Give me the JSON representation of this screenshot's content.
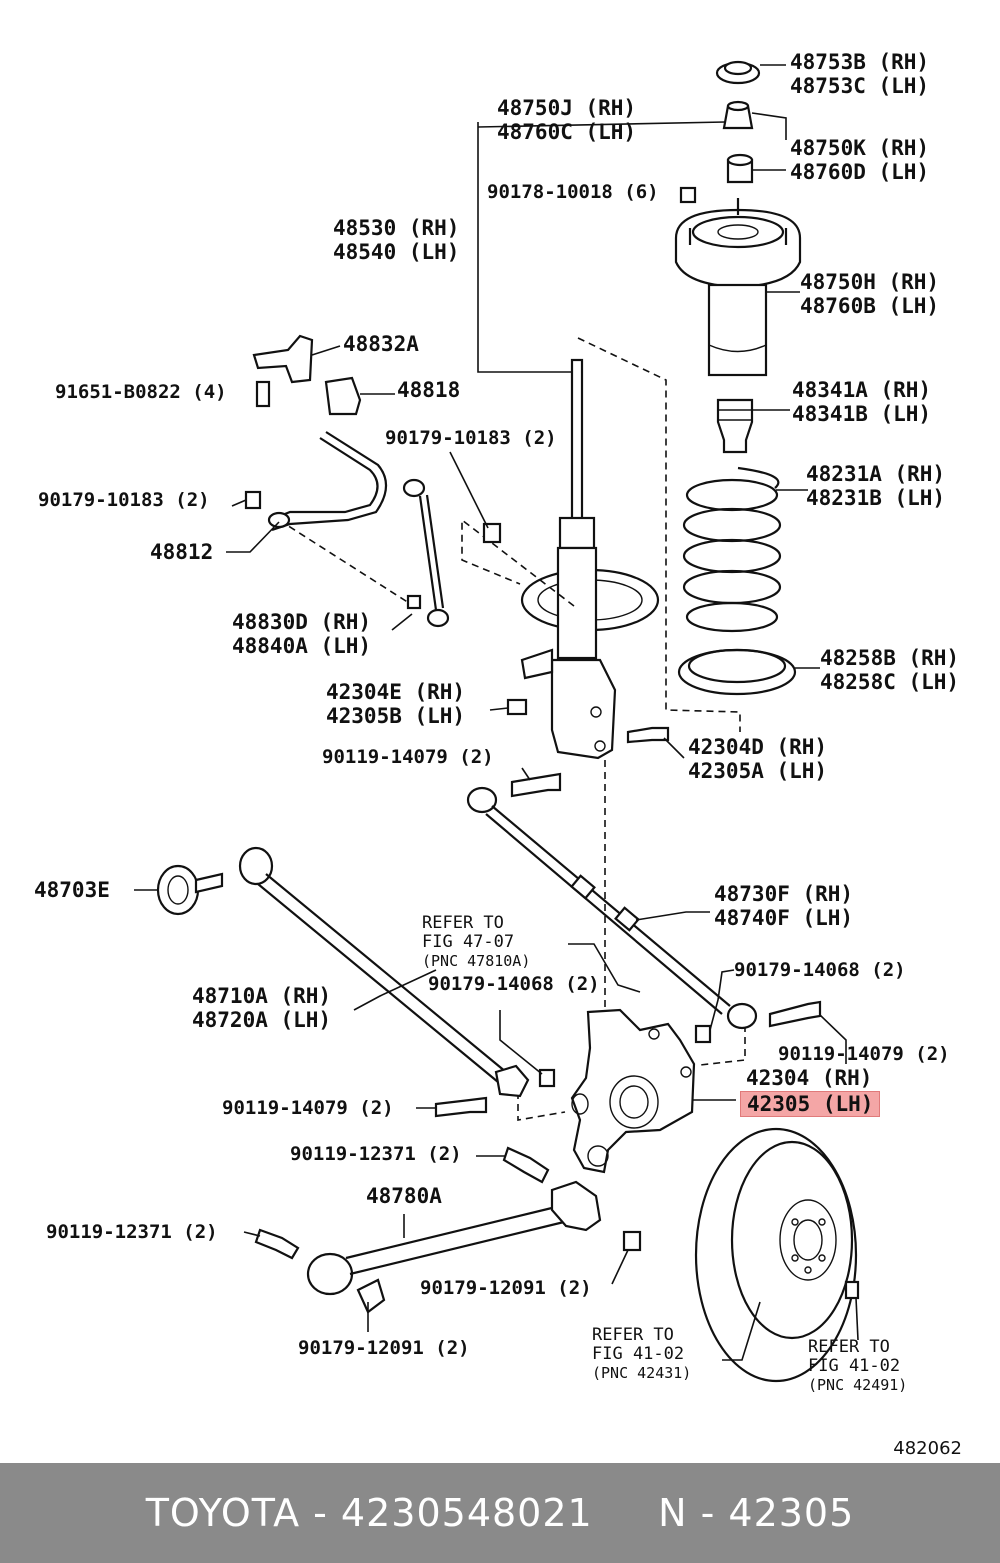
{
  "labels": {
    "l_48753": [
      "48753B (RH)",
      "48753C (LH)"
    ],
    "l_48750j": [
      "48750J (RH)",
      "48760C (LH)"
    ],
    "l_48750k": [
      "48750K (RH)",
      "48760D (LH)"
    ],
    "l_90178": [
      "90178-10018 (6)"
    ],
    "l_48530": [
      "48530 (RH)",
      "48540 (LH)"
    ],
    "l_48750h": [
      "48750H (RH)",
      "48760B (LH)"
    ],
    "l_48832a": [
      "48832A"
    ],
    "l_91651": [
      "91651-B0822 (4)"
    ],
    "l_48818": [
      "48818"
    ],
    "l_48341": [
      "48341A (RH)",
      "48341B (LH)"
    ],
    "l_90179_10183_a": [
      "90179-10183 (2)"
    ],
    "l_90179_10183_b": [
      "90179-10183 (2)"
    ],
    "l_48231": [
      "48231A (RH)",
      "48231B (LH)"
    ],
    "l_48812": [
      "48812"
    ],
    "l_48830d": [
      "48830D (RH)",
      "48840A (LH)"
    ],
    "l_48258": [
      "48258B (RH)",
      "48258C (LH)"
    ],
    "l_42304e": [
      "42304E (RH)",
      "42305B (LH)"
    ],
    "l_42304d": [
      "42304D (RH)",
      "42305A (LH)"
    ],
    "l_90119_14079_a": [
      "90119-14079 (2)"
    ],
    "l_48703e": [
      "48703E"
    ],
    "l_48730f": [
      "48730F (RH)",
      "48740F (LH)"
    ],
    "l_90179_14068_a": [
      "90179-14068 (2)"
    ],
    "l_90179_14068_b": [
      "90179-14068 (2)"
    ],
    "l_48710a": [
      "48710A (RH)",
      "48720A (LH)"
    ],
    "l_90119_14079_b": [
      "90119-14079 (2)"
    ],
    "l_42304": [
      "42304 (RH)"
    ],
    "l_42305": [
      "42305 (LH)"
    ],
    "l_90119_14079_c": [
      "90119-14079 (2)"
    ],
    "l_90119_12371_a": [
      "90119-12371 (2)"
    ],
    "l_48780a": [
      "48780A"
    ],
    "l_90119_12371_b": [
      "90119-12371 (2)"
    ],
    "l_90179_12091_a": [
      "90179-12091 (2)"
    ],
    "l_90179_12091_b": [
      "90179-12091 (2)"
    ]
  },
  "refs": {
    "ref_47_07": [
      "REFER TO",
      "FIG 47-07",
      "(PNC 47810A)"
    ],
    "ref_41_02_a": [
      "REFER TO",
      "FIG 41-02",
      "(PNC 42431)"
    ],
    "ref_41_02_b": [
      "REFER TO",
      "FIG 41-02",
      "(PNC 42491)"
    ]
  },
  "highlight": {
    "part": "42305 (LH)",
    "color": "#f4a6a6"
  },
  "figure_number": "482062",
  "footer": {
    "text": "TOYOTA - 4230548021     N - 42305",
    "background": "#8a8a8a"
  }
}
